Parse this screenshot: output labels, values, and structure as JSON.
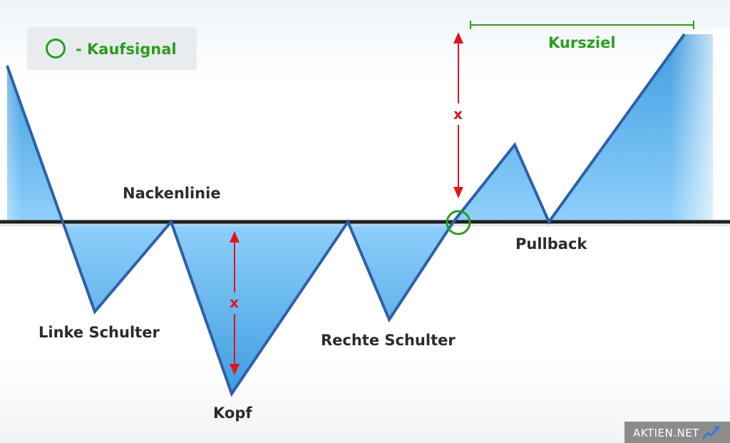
{
  "legend": {
    "text": "- Kaufsignal"
  },
  "labels": {
    "neckline": "Nackenlinie",
    "left_shoulder": "Linke Schulter",
    "head": "Kopf",
    "right_shoulder": "Rechte Schulter",
    "pullback": "Pullback",
    "target": "Kursziel",
    "x_head": "x",
    "x_target": "x"
  },
  "brand": {
    "text": "AKTIEN.NET"
  },
  "colors": {
    "neckline": "#1f1f1f",
    "price_line": "#2f5fa8",
    "fill_light": "#8fd0fb",
    "fill_dark": "#3f9de0",
    "arrow": "#e3141b",
    "signal": "#2a9d1e",
    "label_text": "#2b2b2b"
  }
}
